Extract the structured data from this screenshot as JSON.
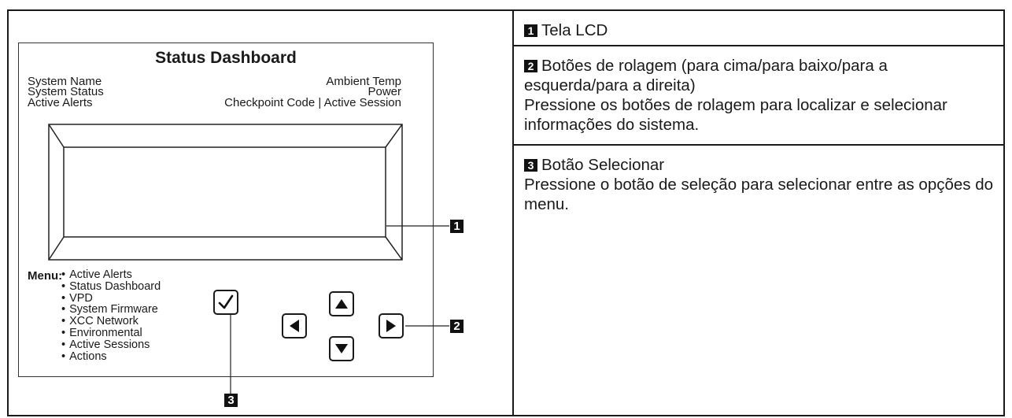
{
  "diagram": {
    "title": "Status Dashboard",
    "labels_left": [
      "System Name",
      "System Status",
      "Active Alerts"
    ],
    "labels_right": [
      "Ambient Temp",
      "Power",
      "Checkpoint Code | Active Session"
    ],
    "menu_label": "Menu:",
    "menu_items": [
      "Active Alerts",
      "Status Dashboard",
      "VPD",
      "System Firmware",
      "XCC Network",
      "Environmental",
      "Active Sessions",
      "Actions"
    ],
    "buttons": [
      "select-checkmark",
      "arrow-up",
      "arrow-left",
      "arrow-right",
      "arrow-down"
    ],
    "callouts": [
      "1",
      "2",
      "3"
    ]
  },
  "descriptions": [
    {
      "num": "1",
      "title": "Tela LCD",
      "body": ""
    },
    {
      "num": "2",
      "title": "Botões de rolagem (para cima/para baixo/para a esquerda/para a direita)",
      "body": "Pressione os botões de rolagem para localizar e selecionar informações do sistema."
    },
    {
      "num": "3",
      "title": "Botão Selecionar",
      "body": "Pressione o botão de seleção para selecionar entre as opções do menu."
    }
  ]
}
